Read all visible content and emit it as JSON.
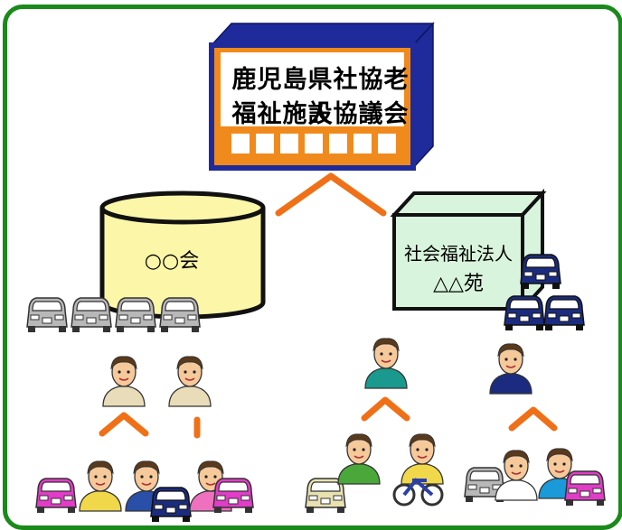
{
  "headquarters": {
    "line1": "鹿児島県社協老人",
    "line2": "福祉施設協議会"
  },
  "member_a": {
    "label": "○○会"
  },
  "member_b": {
    "line1": "社会福祉法人",
    "line2": "△△苑"
  },
  "colors": {
    "frame": "#1a8a1a",
    "hq_border": "#1f2b9a",
    "hq_fill": "#f08a1c",
    "connector": "#f07018",
    "cylinder": "#fbf6a8",
    "box": "#d8f4dc",
    "car_gray": "#b8b8b8",
    "car_navy": "#1b2c80",
    "car_pink": "#e23cc8"
  }
}
